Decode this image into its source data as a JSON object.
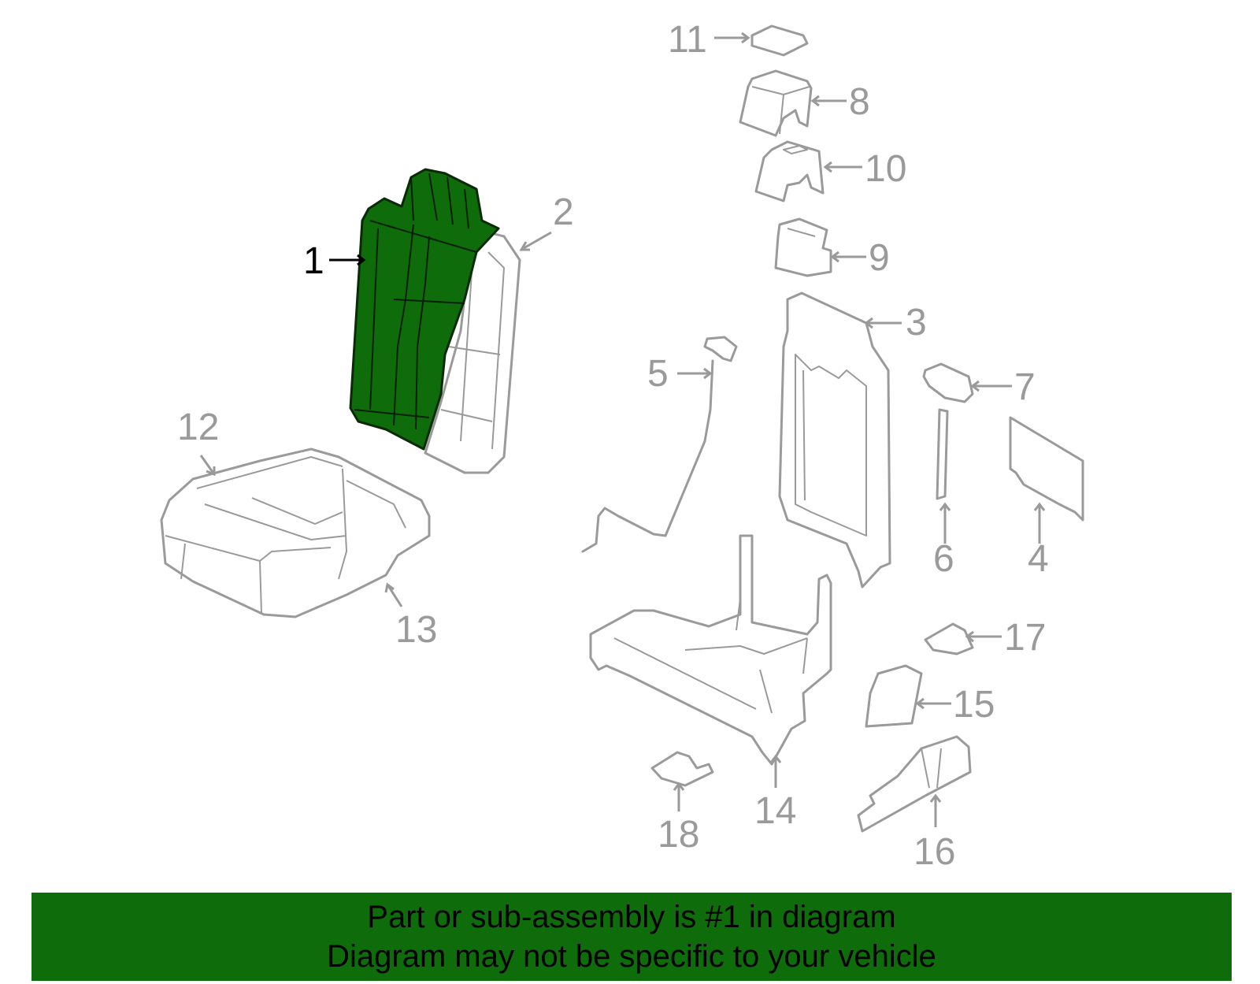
{
  "diagram": {
    "callouts": {
      "c1": "1",
      "c2": "2",
      "c3": "3",
      "c4": "4",
      "c5": "5",
      "c6": "6",
      "c7": "7",
      "c8": "8",
      "c9": "9",
      "c10": "10",
      "c11": "11",
      "c12": "12",
      "c13": "13",
      "c14": "14",
      "c15": "15",
      "c16": "16",
      "c17": "17",
      "c18": "18"
    },
    "highlighted_part": "1",
    "colors": {
      "highlight": "#0e6c0a",
      "outline": "#9a9a9a",
      "banner": "#0e6c0a"
    }
  },
  "banner": {
    "line1": "Part or sub-assembly is #1 in diagram",
    "line2": "Diagram may not be specific to your vehicle"
  }
}
